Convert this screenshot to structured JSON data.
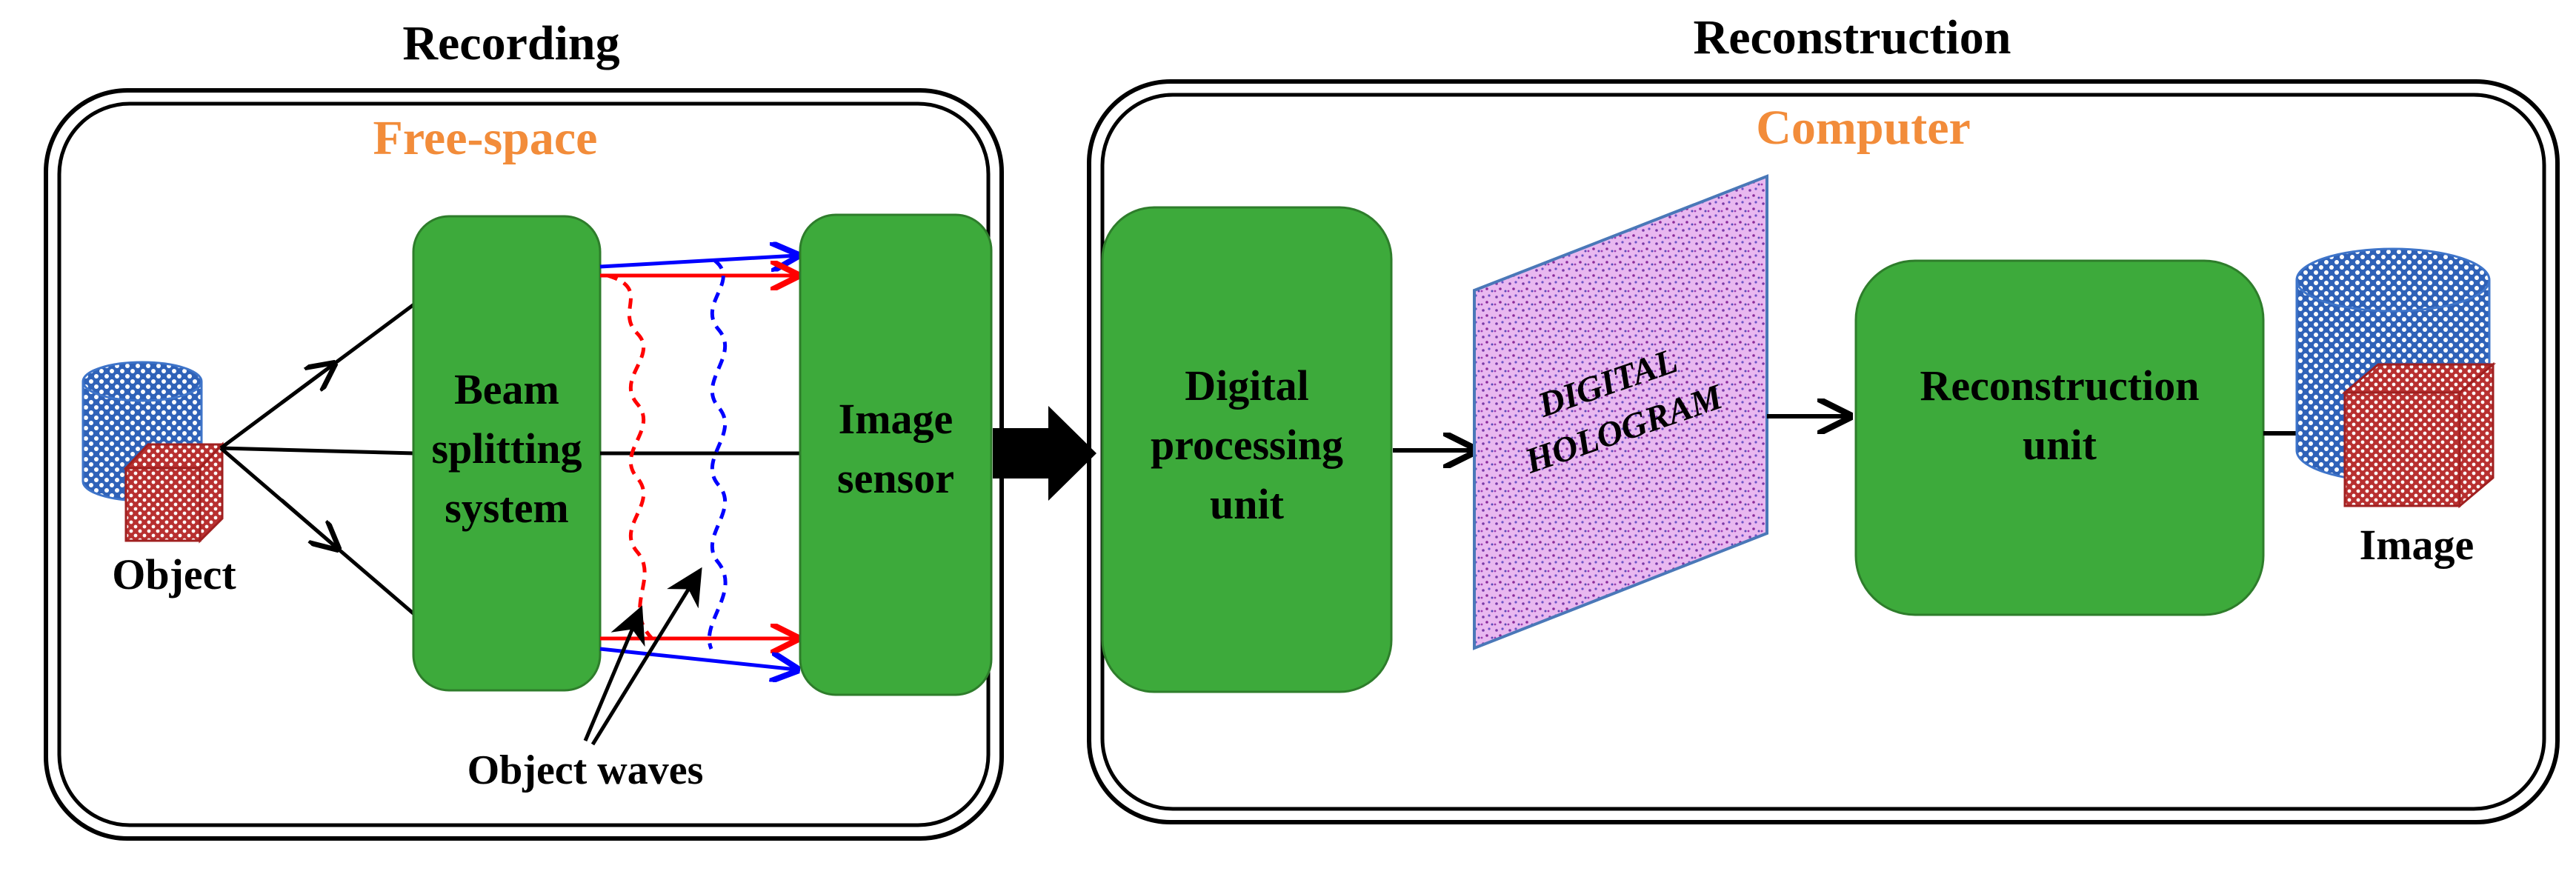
{
  "recording": {
    "heading": "Recording",
    "medium": "Free-space",
    "object_label": "Object",
    "beam_splitter": [
      "Beam",
      "splitting",
      "system"
    ],
    "image_sensor": [
      "Image",
      "sensor"
    ],
    "object_waves_label": "Object waves"
  },
  "reconstruction": {
    "heading": "Reconstruction",
    "medium": "Computer",
    "digital_processing": [
      "Digital",
      "processing",
      "unit"
    ],
    "hologram": [
      "DIGITAL",
      "HOLOGRAM"
    ],
    "reconstruction_unit": [
      "Reconstruction",
      "unit"
    ],
    "image_label": "Image"
  },
  "colors": {
    "block_fill": "#3daa3b",
    "block_stroke": "#2e7d2b",
    "medium_text": "#f28c3a",
    "wave_red": "#ff0000",
    "wave_blue": "#0000ff",
    "hologram_fill": "#e8b6ee",
    "hologram_dots": "#7a3aa8",
    "cylinder_fill": "#3e74c9",
    "cube_fill": "#c94040"
  }
}
